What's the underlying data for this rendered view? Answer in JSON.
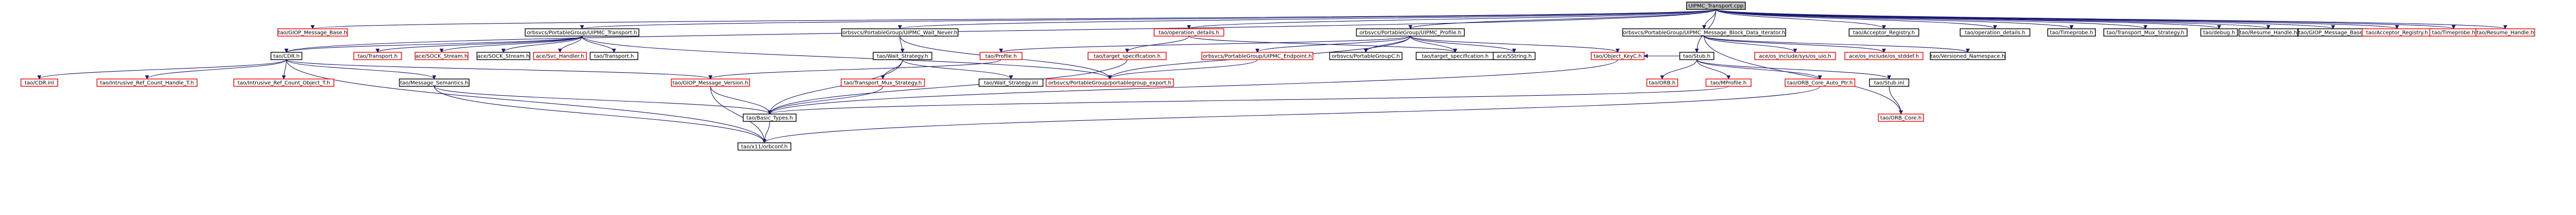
{
  "graph": {
    "root": "UIPMC_Transport.cpp",
    "colors": {
      "edge": "#191970",
      "node_border": "#000000",
      "missing_node_border": "#ff0000",
      "root_fill": "#c0c0c0",
      "background": "#ffffff"
    },
    "nodes": [
      {
        "id": "n0",
        "label": "UIPMC_Transport.cpp",
        "kind": "root"
      },
      {
        "id": "n1",
        "label": "tao/GIOP_Message_Base.h",
        "kind": "missing"
      },
      {
        "id": "n2",
        "label": "orbsvcs/PortableGroup/UIPMC_Transport.h",
        "kind": "normal"
      },
      {
        "id": "n3",
        "label": "orbsvcs/PortableGroup/UIPMC_Wait_Never.h",
        "kind": "normal"
      },
      {
        "id": "n4",
        "label": "tao/operation_details.h",
        "kind": "missing"
      },
      {
        "id": "n5",
        "label": "orbsvcs/PortableGroup/UIPMC_Profile.h",
        "kind": "normal"
      },
      {
        "id": "n6",
        "label": "orbsvcs/PortableGroup/UIPMC_Message_Block_Data_Iterator.h",
        "kind": "normal"
      },
      {
        "id": "n7",
        "label": "tao/Acceptor_Registry.h",
        "kind": "normal"
      },
      {
        "id": "n8",
        "label": "tao/operation_details.h",
        "kind": "normal"
      },
      {
        "id": "n9",
        "label": "tao/Timeprobe.h",
        "kind": "normal"
      },
      {
        "id": "n10",
        "label": "tao/Transport_Mux_Strategy.h",
        "kind": "normal"
      },
      {
        "id": "n11",
        "label": "tao/debug.h",
        "kind": "normal"
      },
      {
        "id": "n12",
        "label": "tao/Resume_Handle.h",
        "kind": "normal"
      },
      {
        "id": "n13",
        "label": "tao/GIOP_Message_Base.h",
        "kind": "normal"
      },
      {
        "id": "n14",
        "label": "tao/Acceptor_Registry.h",
        "kind": "missing"
      },
      {
        "id": "n15",
        "label": "tao/Timeprobe.h",
        "kind": "missing"
      },
      {
        "id": "n16",
        "label": "tao/Resume_Handle.h",
        "kind": "missing"
      },
      {
        "id": "n17",
        "label": "tao/CDR.h",
        "kind": "normal"
      },
      {
        "id": "n18",
        "label": "tao/Transport.h",
        "kind": "missing"
      },
      {
        "id": "n19",
        "label": "ace/SOCK_Stream.h",
        "kind": "missing"
      },
      {
        "id": "n20",
        "label": "ace/SOCK_Stream.h",
        "kind": "normal"
      },
      {
        "id": "n21",
        "label": "ace/Svc_Handler.h",
        "kind": "missing"
      },
      {
        "id": "n22",
        "label": "tao/Transport.h",
        "kind": "normal"
      },
      {
        "id": "n23",
        "label": "tao/Wait_Strategy.h",
        "kind": "normal"
      },
      {
        "id": "n24",
        "label": "tao/Profile.h",
        "kind": "missing"
      },
      {
        "id": "n25",
        "label": "tao/target_specification.h",
        "kind": "missing"
      },
      {
        "id": "n26",
        "label": "orbsvcs/PortableGroup/UIPMC_Endpoint.h",
        "kind": "missing"
      },
      {
        "id": "n27",
        "label": "orbsvcs/PortableGroupC.h",
        "kind": "normal"
      },
      {
        "id": "n28",
        "label": "tao/target_specification.h",
        "kind": "normal"
      },
      {
        "id": "n29",
        "label": "ace/SString.h",
        "kind": "normal"
      },
      {
        "id": "n30",
        "label": "tao/Object_KeyC.h",
        "kind": "missing"
      },
      {
        "id": "n31",
        "label": "tao/Stub.h",
        "kind": "normal"
      },
      {
        "id": "n32",
        "label": "ace/os_include/sys/os_uio.h",
        "kind": "missing"
      },
      {
        "id": "n33",
        "label": "ace/os_include/os_stddef.h",
        "kind": "missing"
      },
      {
        "id": "n34",
        "label": "tao/Versioned_Namespace.h",
        "kind": "normal"
      },
      {
        "id": "n35",
        "label": "tao/CDR.inl",
        "kind": "missing"
      },
      {
        "id": "n36",
        "label": "tao/Intrusive_Ref_Count_Handle_T.h",
        "kind": "missing"
      },
      {
        "id": "n37",
        "label": "tao/Intrusive_Ref_Count_Object_T.h",
        "kind": "missing"
      },
      {
        "id": "n38",
        "label": "tao/Message_Semantics.h",
        "kind": "normal"
      },
      {
        "id": "n39",
        "label": "tao/GIOP_Message_Version.h",
        "kind": "missing"
      },
      {
        "id": "n40",
        "label": "tao/Transport_Mux_Strategy.h",
        "kind": "missing"
      },
      {
        "id": "n41",
        "label": "tao/Wait_Strategy.inl",
        "kind": "normal"
      },
      {
        "id": "n42",
        "label": "orbsvcs/PortableGroup/portablegroup_export.h",
        "kind": "missing"
      },
      {
        "id": "n43",
        "label": "tao/ORB.h",
        "kind": "missing"
      },
      {
        "id": "n44",
        "label": "tao/MProfile.h",
        "kind": "missing"
      },
      {
        "id": "n45",
        "label": "tao/ORB_Core_Auto_Ptr.h",
        "kind": "missing"
      },
      {
        "id": "n46",
        "label": "tao/Stub.inl",
        "kind": "normal"
      },
      {
        "id": "n47",
        "label": "tao/Basic_Types.h",
        "kind": "normal"
      },
      {
        "id": "n48",
        "label": "tao/ORB_Core.h",
        "kind": "missing"
      },
      {
        "id": "n49",
        "label": "tao/x11/orbconf.h",
        "kind": "normal"
      }
    ],
    "edges": [
      [
        "n0",
        "n1"
      ],
      [
        "n0",
        "n2"
      ],
      [
        "n0",
        "n3"
      ],
      [
        "n0",
        "n4"
      ],
      [
        "n0",
        "n5"
      ],
      [
        "n0",
        "n6"
      ],
      [
        "n0",
        "n7"
      ],
      [
        "n0",
        "n8"
      ],
      [
        "n0",
        "n9"
      ],
      [
        "n0",
        "n10"
      ],
      [
        "n0",
        "n11"
      ],
      [
        "n0",
        "n12"
      ],
      [
        "n0",
        "n13"
      ],
      [
        "n0",
        "n14"
      ],
      [
        "n0",
        "n15"
      ],
      [
        "n0",
        "n16"
      ],
      [
        "n0",
        "n17"
      ],
      [
        "n0",
        "n31"
      ],
      [
        "n2",
        "n17"
      ],
      [
        "n2",
        "n18"
      ],
      [
        "n2",
        "n19"
      ],
      [
        "n2",
        "n20"
      ],
      [
        "n2",
        "n21"
      ],
      [
        "n2",
        "n22"
      ],
      [
        "n2",
        "n42"
      ],
      [
        "n3",
        "n23"
      ],
      [
        "n3",
        "n42"
      ],
      [
        "n4",
        "n25"
      ],
      [
        "n4",
        "n28"
      ],
      [
        "n5",
        "n24"
      ],
      [
        "n5",
        "n26"
      ],
      [
        "n5",
        "n27"
      ],
      [
        "n5",
        "n28"
      ],
      [
        "n5",
        "n29"
      ],
      [
        "n5",
        "n30"
      ],
      [
        "n5",
        "n42"
      ],
      [
        "n6",
        "n32"
      ],
      [
        "n6",
        "n33"
      ],
      [
        "n6",
        "n34"
      ],
      [
        "n6",
        "n48"
      ],
      [
        "n17",
        "n35"
      ],
      [
        "n17",
        "n36"
      ],
      [
        "n17",
        "n37"
      ],
      [
        "n17",
        "n38"
      ],
      [
        "n17",
        "n39"
      ],
      [
        "n17",
        "n49"
      ],
      [
        "n23",
        "n40"
      ],
      [
        "n23",
        "n41"
      ],
      [
        "n23",
        "n47"
      ],
      [
        "n24",
        "n39"
      ],
      [
        "n25",
        "n47"
      ],
      [
        "n26",
        "n42"
      ],
      [
        "n30",
        "n47"
      ],
      [
        "n31",
        "n43"
      ],
      [
        "n31",
        "n44"
      ],
      [
        "n31",
        "n45"
      ],
      [
        "n31",
        "n46"
      ],
      [
        "n31",
        "n30"
      ],
      [
        "n38",
        "n47"
      ],
      [
        "n38",
        "n49"
      ],
      [
        "n39",
        "n47"
      ],
      [
        "n39",
        "n49"
      ],
      [
        "n40",
        "n47"
      ],
      [
        "n44",
        "n47"
      ],
      [
        "n46",
        "n48"
      ],
      [
        "n47",
        "n49"
      ],
      [
        "n45",
        "n49"
      ]
    ]
  }
}
